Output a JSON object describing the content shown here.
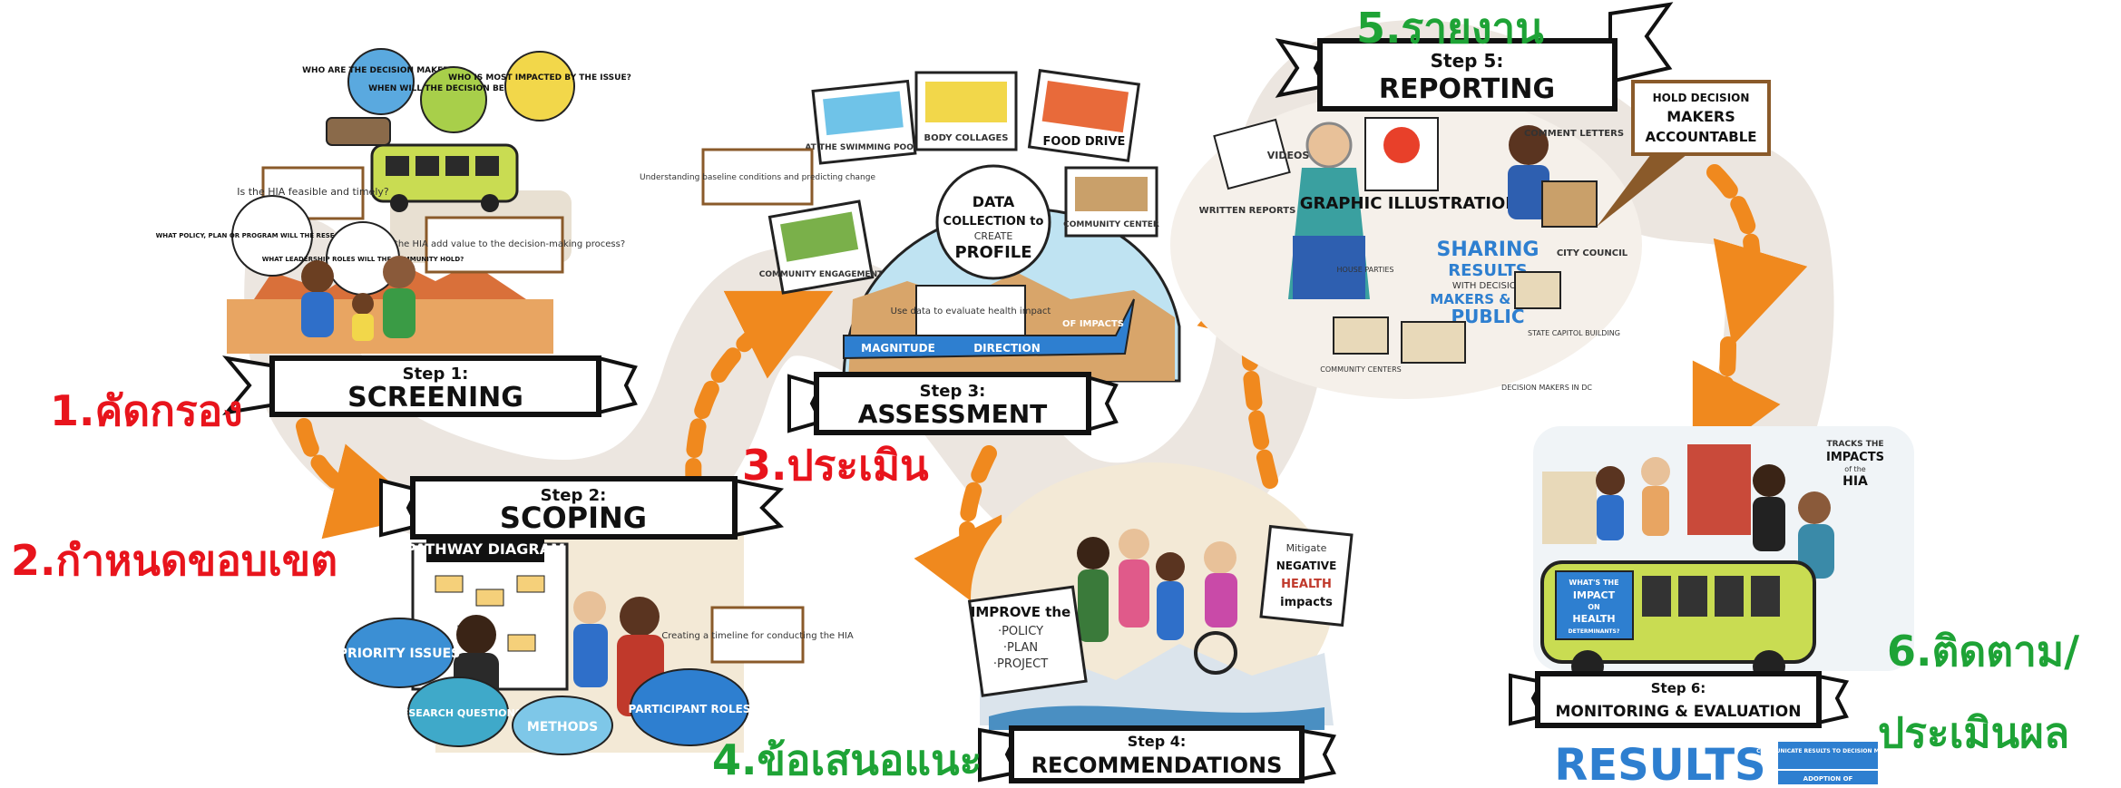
{
  "steps": [
    {
      "title": "Step 1:",
      "name": "SCREENING",
      "thai": "1.คัดกรอง",
      "thai_color": "#e8141c"
    },
    {
      "title": "Step 2:",
      "name": "SCOPING",
      "thai": "2.กำหนดขอบเขต",
      "thai_color": "#e8141c"
    },
    {
      "title": "Step 3:",
      "name": "ASSESSMENT",
      "thai": "3.ประเมิน",
      "thai_color": "#e8141c"
    },
    {
      "title": "Step 4:",
      "name": "RECOMMENDATIONS",
      "thai": "4.ข้อเสนอแนะ",
      "thai_color": "#1ea336"
    },
    {
      "title": "Step 5:",
      "name": "REPORTING",
      "thai": "5.รายงาน",
      "thai_color": "#1ea336"
    },
    {
      "title": "Step 6:",
      "name": "MONITORING & EVALUATION",
      "thai_line1": "6.ติดตาม/",
      "thai_line2": "ประเมินผล",
      "thai_color": "#1ea336"
    }
  ],
  "screening": {
    "bubbles": [
      "WHO ARE THE DECISION MAKERS?",
      "WHEN WILL THE DECISION BE MADE?",
      "WHO IS MOST IMPACTED BY THE ISSUE?"
    ],
    "note_left": "Is the HIA feasible and timely?",
    "note_right": "Would the HIA add value to the decision-making process?",
    "bubble_policy": "WHAT POLICY, PLAN OR PROGRAM WILL THE RESEARCH INFORM?",
    "bubble_leadership": "WHAT LEADERSHIP ROLES WILL THE COMMUNITY HOLD?"
  },
  "scoping": {
    "board_title": "PATHWAY DIAGRAM",
    "note": "Creating a timeline for conducting the HIA",
    "bubbles": [
      "PRIORITY ISSUES",
      "RESEARCH QUESTIONS",
      "METHODS",
      "PARTICIPANT ROLES"
    ]
  },
  "assessment": {
    "note": "Understanding baseline conditions and predicting change",
    "center": [
      "DATA",
      "COLLECTION to",
      "CREATE",
      "PROFILE"
    ],
    "photos": [
      "AT THE SWIMMING POOL",
      "BODY COLLAGES",
      "FOOD DRIVE",
      "COMMUNITY CENTER",
      "COMMUNITY ENGAGEMENT"
    ],
    "evaluate": "Use data to evaluate health impact",
    "ribbon": [
      "MAGNITUDE",
      "DIRECTION",
      "OF IMPACTS"
    ]
  },
  "recommendations": {
    "improve": [
      "IMPROVE the",
      "·POLICY",
      "·PLAN",
      "·PROJECT"
    ],
    "mitigate": [
      "Mitigate",
      "NEGATIVE",
      "HEALTH",
      "impacts"
    ]
  },
  "reporting": {
    "items": [
      "WRITTEN REPORTS",
      "VIDEOS",
      "GRAPHIC ILLUSTRATIONS",
      "COMMENT LETTERS"
    ],
    "sharing": [
      "SHARING",
      "RESULTS",
      "WITH DECISION",
      "MAKERS & THE",
      "PUBLIC"
    ],
    "accountable": [
      "HOLD DECISION",
      "MAKERS",
      "ACCOUNTABLE"
    ],
    "places": [
      "HOUSE PARTIES",
      "CITY COUNCIL",
      "COMMUNITY CENTERS",
      "STATE CAPITOL BUILDING",
      "DECISION MAKERS IN DC"
    ]
  },
  "monitoring": {
    "tracks": [
      "TRACKS THE",
      "IMPACTS",
      "of the",
      "HIA"
    ],
    "bus_sign": [
      "WHAT'S THE",
      "IMPACT",
      "ON",
      "HEALTH",
      "DETERMINANTS?"
    ],
    "results": "RESULTS",
    "results_tags": [
      "COMMUNICATE RESULTS TO DECISION MAKERS",
      "ADOPTION OF"
    ]
  },
  "colors": {
    "arrow": "#f0891e",
    "path": "#e6dfd8",
    "banner": "#111111",
    "note_border": "#8a5a2a",
    "thai_red": "#e8141c",
    "thai_green": "#1ea336"
  },
  "icons": [
    "dashed-arrow-icon",
    "bus-icon",
    "bubble-icon",
    "ribbon-banner-icon"
  ]
}
